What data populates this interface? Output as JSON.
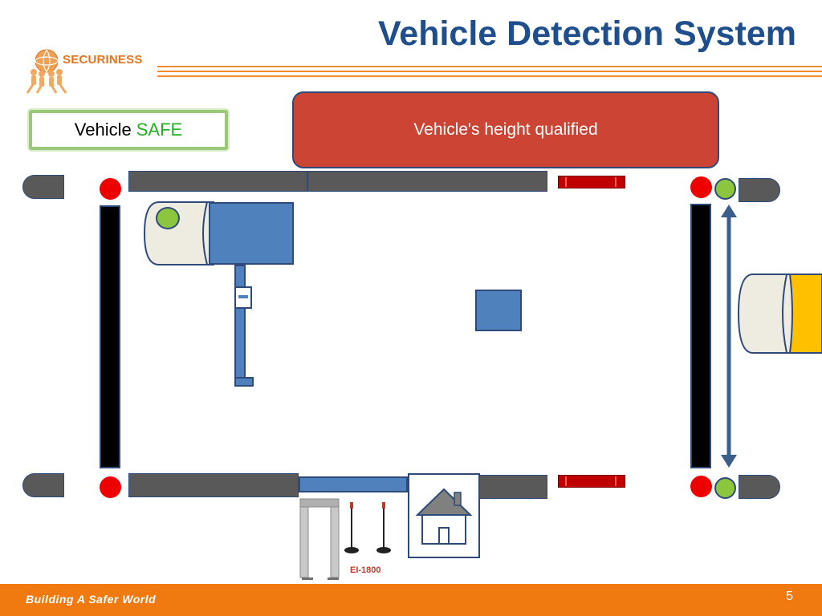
{
  "slide": {
    "title": "Vehicle Detection System",
    "page_number": "5"
  },
  "logo": {
    "name": "SECURINESS"
  },
  "status": {
    "prefix": "Vehicle",
    "state": "SAFE"
  },
  "message": {
    "text": "Vehicle's height qualified"
  },
  "footer": {
    "slogan": "Building A Safer World"
  },
  "equipment": {
    "detector_label": "EI-1800"
  },
  "colors": {
    "title": "#1f4e8c",
    "message_bg": "#cc4434",
    "footer_bg": "#f07a10",
    "light_red": "#ee0000",
    "light_green": "#8cc63f",
    "safe_text": "#22b022",
    "vehicle_yellow": "#ffc000",
    "component_blue": "#4f81bd"
  }
}
